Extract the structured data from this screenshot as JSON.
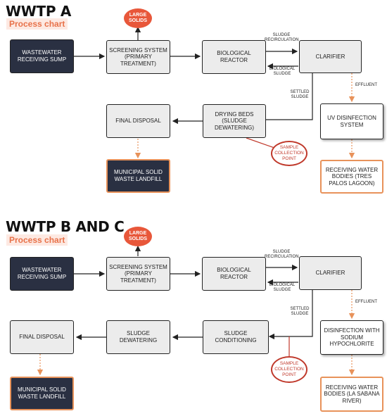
{
  "wwtp_a": {
    "title": "WWTP A",
    "subtitle": "Process chart",
    "large_solids": "LARGE SOLIDS",
    "sump": "WASTEWATER RECEIVING SUMP",
    "screening": "SCREENING SYSTEM (PRIMARY TREATMENT)",
    "bioreactor": "BIOLOGICAL REACTOR",
    "clarifier": "CLARIFIER",
    "sludge_recirculation": "SLUDGE RECIRCULATION",
    "biological_sludge": "BIOLOGICAL SLUDGE",
    "settled_sludge": "SETTLED SLUDGE",
    "effluent": "EFFLUENT",
    "uv": "UV DISINFECTION SYSTEM",
    "drying_beds": "DRYING BEDS (SLUDGE DEWATERING)",
    "final_disposal": "FINAL DISPOSAL",
    "sample_point": "SAMPLE COLLECTION POINT",
    "landfill": "MUNICIPAL SOLID WASTE LANDFILL",
    "receiving": "RECEIVING WATER BODIES (TRES PALOS LAGOON)"
  },
  "wwtp_bc": {
    "title": "WWTP B AND C",
    "subtitle": "Process chart",
    "large_solids": "LARGE SOLIDS",
    "sump": "WASTEWATER RECEIVING SUMP",
    "screening": "SCREENING SYSTEM (PRIMARY TREATMENT)",
    "bioreactor": "BIOLOGICAL REACTOR",
    "clarifier": "CLARIFIER",
    "sludge_recirculation": "SLUDGE RECIRCULATION",
    "biological_sludge": "BIOLOGICAL SLUDGE",
    "settled_sludge": "SETTLED SLUDGE",
    "effluent": "EFFLUENT",
    "disinfection": "DISINFECTION WITH SODIUM HYPOCHLORITE",
    "conditioning": "SLUDGE CONDITIONING",
    "dewatering": "SLUDGE DEWATERING",
    "final_disposal": "FINAL DISPOSAL",
    "sample_point": "SAMPLE COLLECTION POINT",
    "landfill": "MUNICIPAL SOLID WASTE LANDFILL",
    "receiving": "RECEIVING WATER BODIES (LA SABANA RIVER)"
  },
  "colors": {
    "dark_box": "#2a3042",
    "accent": "#e8573a",
    "sample_red": "#c0392b",
    "dotted_orange": "#e8925a",
    "box_gray": "#ececec"
  }
}
